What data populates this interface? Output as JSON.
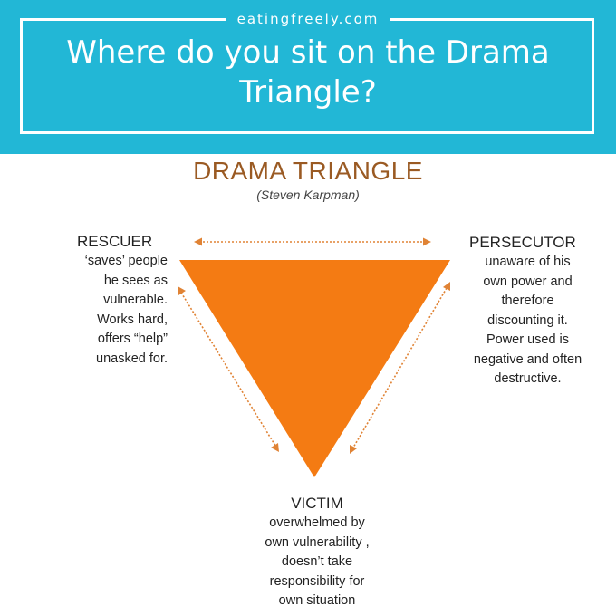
{
  "banner": {
    "site": "eatingfreely.com",
    "title": "Where do you sit on the Drama Triangle?"
  },
  "diagram": {
    "title": "DRAMA TRIANGLE",
    "subtitle": "(Steven Karpman)",
    "triangle_color": "#f47b13",
    "arrow_color": "#e08335",
    "title_color": "#9a5a23",
    "roles": {
      "rescuer": {
        "name": "RESCUER",
        "description": "‘saves’ people\nhe sees as\nvulnerable.\nWorks hard,\noffers “help”\nunasked for."
      },
      "persecutor": {
        "name": "PERSECUTOR",
        "description": "unaware of his\nown power and\ntherefore\ndiscounting it.\nPower used is\nnegative and often\ndestructive."
      },
      "victim": {
        "name": "VICTIM",
        "description": "overwhelmed by\nown vulnerability ,\ndoesn’t take\nresponsibility for\nown situation"
      }
    }
  }
}
